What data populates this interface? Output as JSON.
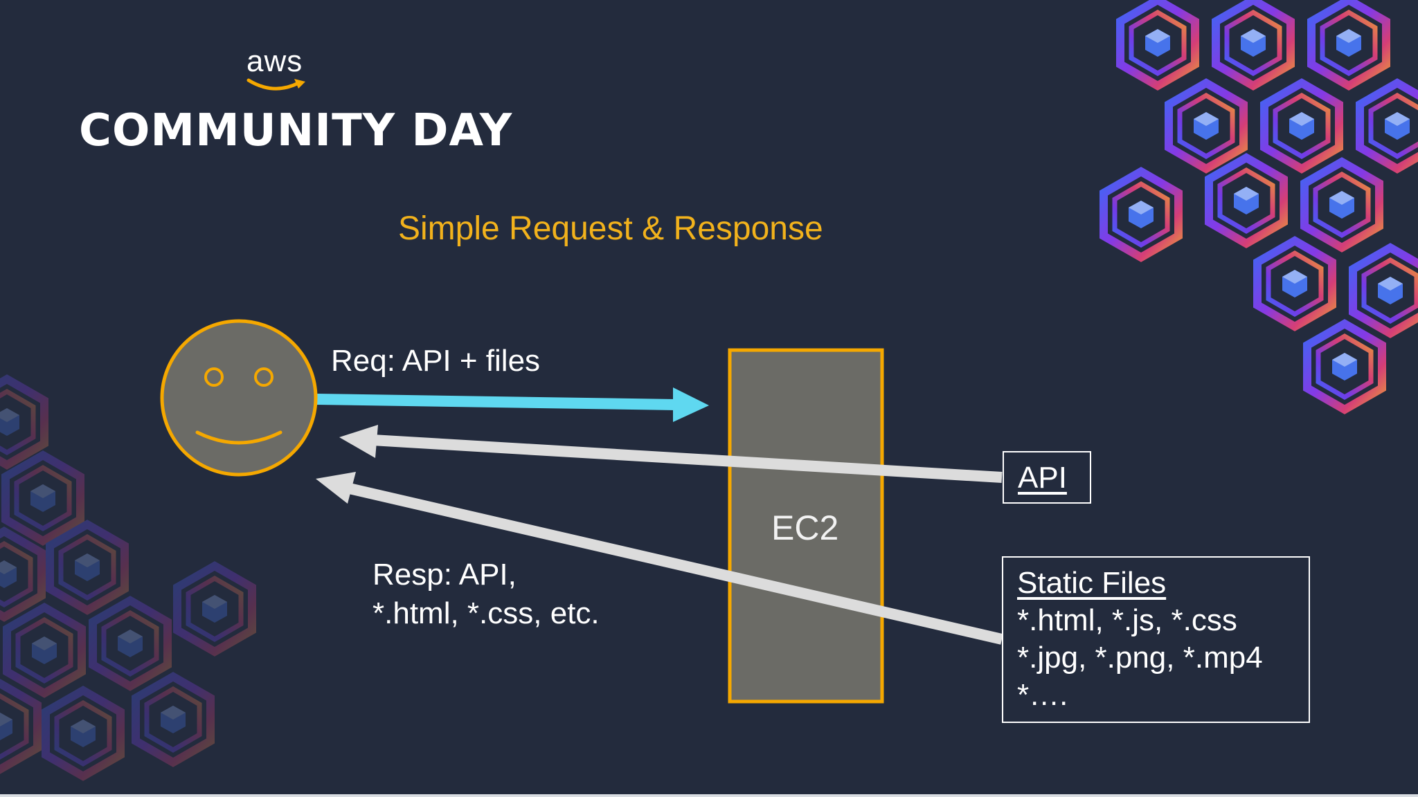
{
  "logo": {
    "aws": "aws",
    "event": "COMMUNITY DAY"
  },
  "title": "Simple Request & Response",
  "request_label": "Req: API + files",
  "response_label": {
    "line1": "Resp: API,",
    "line2": "*.html, *.css, etc."
  },
  "server_label": "EC2",
  "api_box": {
    "label": "API"
  },
  "static_box": {
    "title": "Static Files",
    "lines": [
      "*.html, *.js, *.css",
      "*.jpg, *.png, *.mp4",
      "*…."
    ]
  },
  "colors": {
    "background": "#232b3d",
    "title": "#f2b21c",
    "request_arrow": "#5fd8f0",
    "response_arrow": "#dcdcdc",
    "server_fill": "#6b6b66",
    "server_border": "#f5a800",
    "user_face": "#6b6b66",
    "user_outline": "#f5a800"
  },
  "icons": {
    "user": "smiley-face-icon",
    "decor": "hexagon-cube-pattern"
  }
}
